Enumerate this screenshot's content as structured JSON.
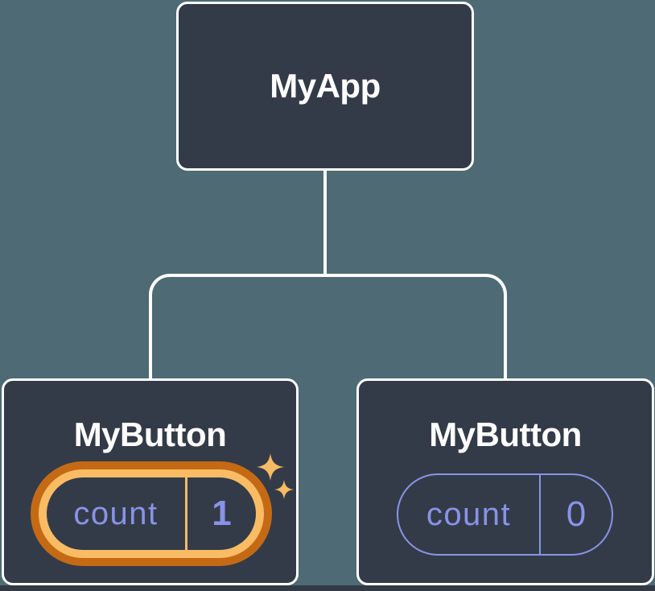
{
  "tree": {
    "root": {
      "label": "MyApp"
    },
    "children": [
      {
        "label": "MyButton",
        "state": {
          "key": "count",
          "value": "1"
        },
        "highlighted": true,
        "icon": "sparkles-icon"
      },
      {
        "label": "MyButton",
        "state": {
          "key": "count",
          "value": "0"
        },
        "highlighted": false
      }
    ]
  },
  "colors": {
    "background": "#4E6A74",
    "node_fill": "#343B48",
    "node_border": "#FFFFFF",
    "connector": "#FFFFFF",
    "state_text_purple": "#8893E8",
    "highlight_ring_outer": "#C46A15",
    "highlight_ring_inner": "#F9BC64",
    "sparkle": "#F7BB63",
    "bottom_strip": "#333A46"
  }
}
